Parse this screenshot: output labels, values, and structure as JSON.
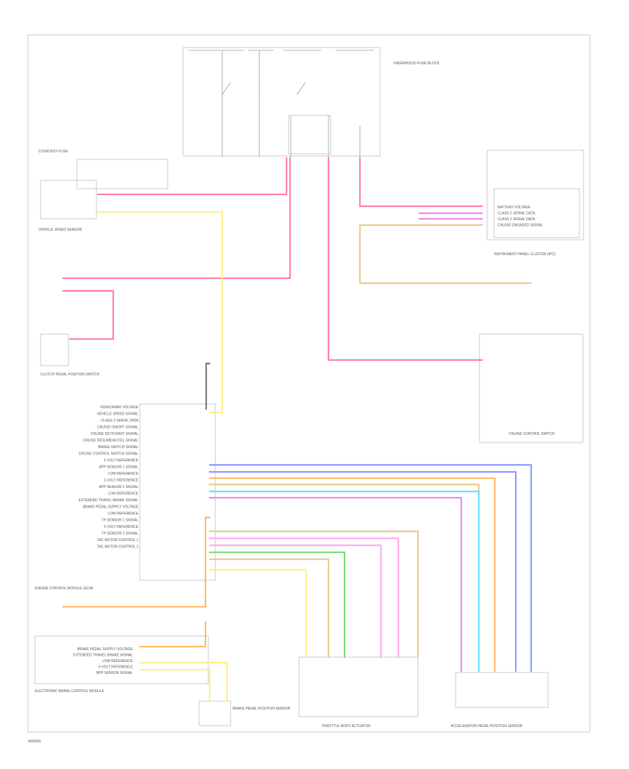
{
  "diagram": {
    "footer_code": "W00055",
    "title_labels": {
      "underhood": "UNDERHOOD FUSE BLOCK",
      "courtesy": "COURTESY FUSE",
      "ipc": "INSTRUMENT PANEL CLUSTER (IPC)",
      "vss": "VEHICLE SPEED SENSOR",
      "clutch": "CLUTCH PEDAL POSITION SWITCH",
      "cruise": "CRUISE CONTROL SWITCH",
      "ecm": "ENGINE CONTROL MODULE (ECM)",
      "ebtcm": "ELECTRONIC BRAKE CONTROL MODULE",
      "brake_pedal": "BRAKE PEDAL POSITION SENSOR",
      "throttle_body": "THROTTLE BODY ACTUATOR",
      "app_sensor": "ACCELERATOR PEDAL POSITION SENSOR"
    },
    "ecm_pins": [
      "RUN/CRANK VOLTAGE",
      "VEHICLE SPEED SIGNAL",
      "CLASS 2 SERIAL DATA",
      "CRUISE ON/OFF SIGNAL",
      "CRUISE SET/COAST SIGNAL",
      "CRUISE RESUME/ACCEL SIGNAL",
      "BRAKE SWITCH SIGNAL",
      "CRUISE CONTROL SWITCH SIGNAL",
      "5 VOLT REFERENCE",
      "APP SENSOR 1 SIGNAL",
      "LOW REFERENCE",
      "5 VOLT REFERENCE",
      "APP SENSOR 2 SIGNAL",
      "LOW REFERENCE",
      "EXTENDED TRAVEL BRAKE SIGNAL",
      "BRAKE PEDAL SUPPLY VOLTAGE",
      "LOW REFERENCE",
      "TP SENSOR 1 SIGNAL",
      "5 VOLT REFERENCE",
      "TP SENSOR 2 SIGNAL",
      "TAC MOTOR CONTROL 1",
      "TAC MOTOR CONTROL 2"
    ],
    "ebtcm_pins": [
      "BRAKE PEDAL SUPPLY VOLTAGE",
      "EXTENDED TRAVEL BRAKE SIGNAL",
      "LOW REFERENCE",
      "5 VOLT REFERENCE",
      "BPP SENSOR SIGNAL"
    ],
    "ipc_pins": [
      "BATTERY VOLTAGE",
      "CLASS 2 SERIAL DATA",
      "CLASS 2 SERIAL DATA",
      "CRUISE ENGAGED SIGNAL"
    ],
    "colors": {
      "red": "#ff7fa6",
      "yellow": "#ffee88",
      "tan": "#e8cc8a",
      "orange": "#ffbb66",
      "blue": "#8899ff",
      "cyan": "#66ddff",
      "magenta": "#ee88ee",
      "pink": "#ffaaee",
      "green": "#77dd77",
      "black": "#777777"
    }
  }
}
